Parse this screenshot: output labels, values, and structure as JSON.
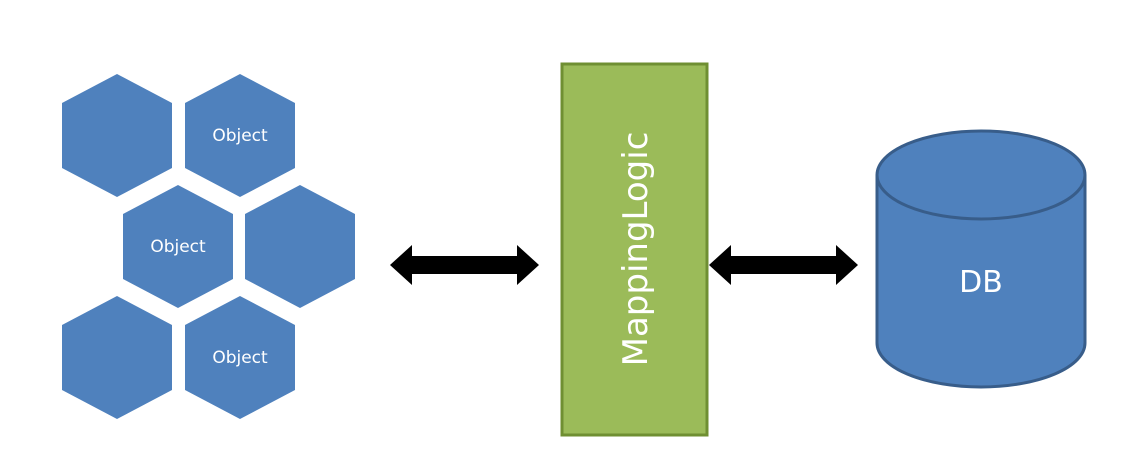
{
  "objects": [
    {
      "label": ""
    },
    {
      "label": "Object"
    },
    {
      "label": "Object"
    },
    {
      "label": ""
    },
    {
      "label": ""
    },
    {
      "label": "Object"
    }
  ],
  "mapping": {
    "label": "MappingLogic"
  },
  "database": {
    "label": "DB"
  },
  "colors": {
    "hex_fill": "#4f81bd",
    "mapping_fill": "#9bbb59",
    "mapping_border": "#6f8f32",
    "db_fill": "#4f81bd",
    "db_border": "#385d8a",
    "arrow": "#000000"
  }
}
